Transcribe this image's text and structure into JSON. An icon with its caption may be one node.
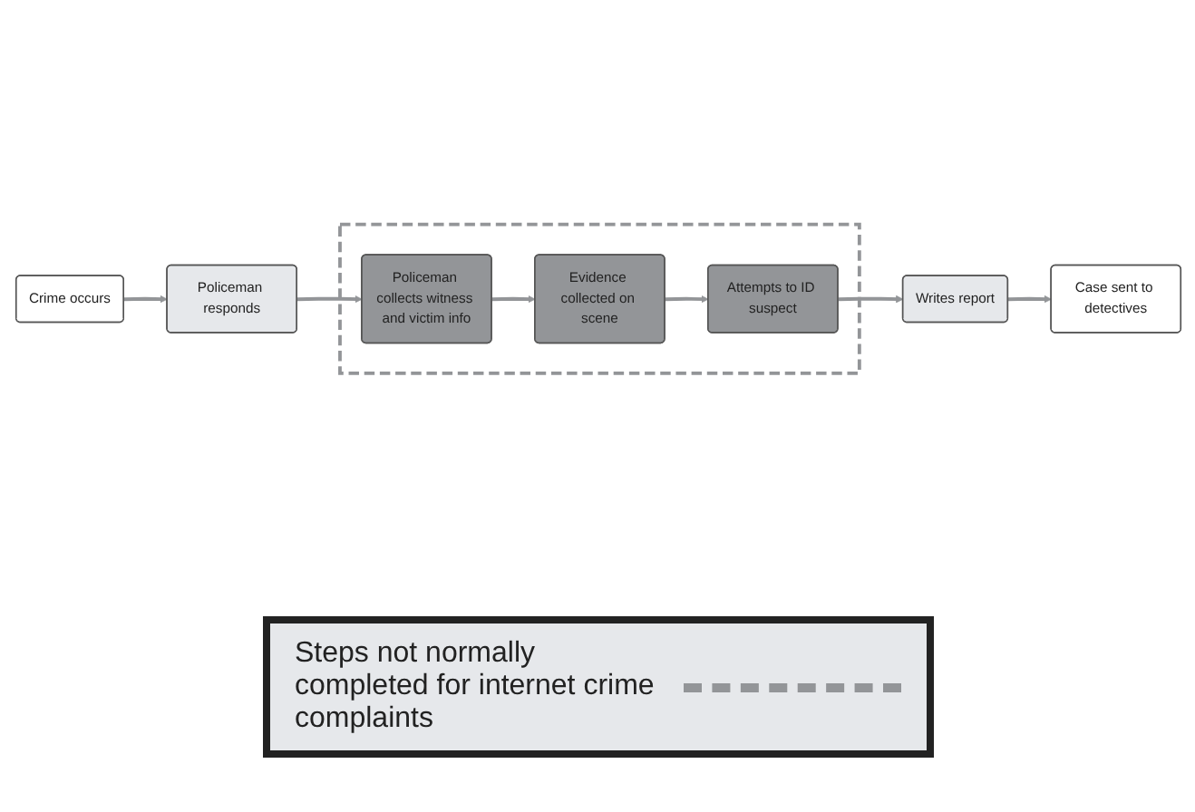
{
  "diagram": {
    "nodes": [
      {
        "text": [
          "Crime occurs"
        ]
      },
      {
        "text": [
          "Policeman responds"
        ]
      },
      {
        "text": [],
        "shape": "box"
      },
      {
        "text": [
          "Policeman collects witness and victim info"
        ],
        "in": 2
      },
      {
        "text": [
          "Evidence collected on scene"
        ],
        "in": 2
      },
      {
        "text": [
          "Attempts to ID suspect"
        ],
        "in": 2
      },
      {
        "text": [
          "Writes report"
        ]
      },
      {
        "text": [
          "Case sent to detectives"
        ]
      }
    ],
    "edges": [
      {
        "from": 0,
        "to": 1,
        "arrow": "to"
      },
      {
        "from": 1,
        "to": 3,
        "arrow": "to"
      },
      {
        "from": 3,
        "to": 4,
        "arrow": "to"
      },
      {
        "from": 4,
        "to": 5,
        "arrow": "to"
      },
      {
        "from": 5,
        "to": 6,
        "arrow": "to"
      },
      {
        "from": 6,
        "to": 7,
        "arrow": "to"
      }
    ],
    "legend": [
      {
        "text": "Steps not normally completed for internet crime complaints"
      }
    ]
  }
}
